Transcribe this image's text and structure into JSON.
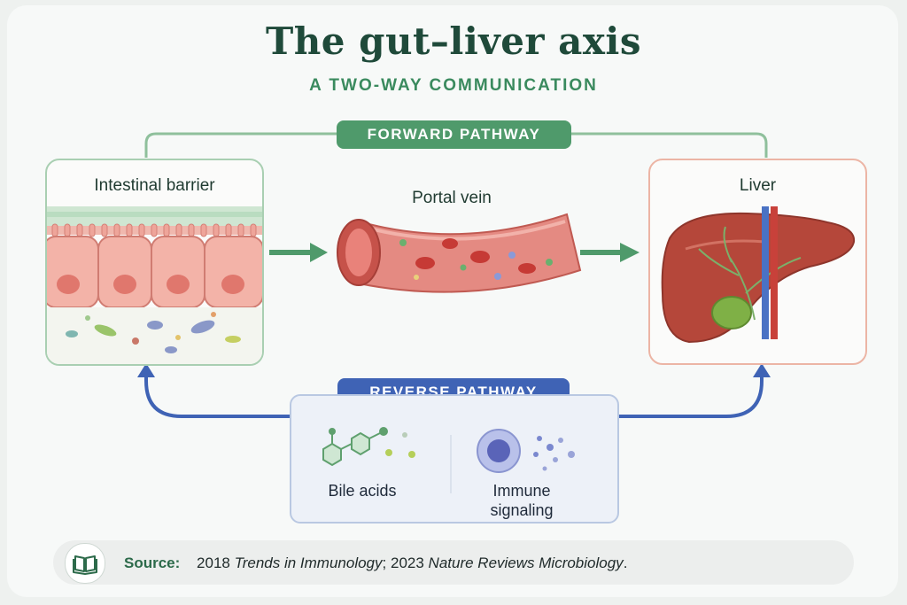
{
  "title": "The gut–liver axis",
  "subtitle": "A TWO-WAY COMMUNICATION",
  "forward": {
    "label": "FORWARD PATHWAY"
  },
  "reverse": {
    "label": "REVERSE PATHWAY",
    "items": [
      {
        "label": "Bile acids",
        "icon": "molecule-icon"
      },
      {
        "label": "Immune signaling",
        "icon": "immune-cell-icon"
      }
    ]
  },
  "nodes": {
    "gut": {
      "label": "Intestinal barrier",
      "icon": "intestinal-tissue-icon"
    },
    "portal": {
      "label": "Portal vein",
      "icon": "blood-vessel-icon"
    },
    "liver": {
      "label": "Liver",
      "icon": "liver-icon"
    }
  },
  "source": {
    "label": "Source:",
    "year1": "2018",
    "journal1": "Trends in Immunology",
    "sep": ";",
    "year2": "2023",
    "journal2": "Nature Reviews Microbiology",
    "end": "."
  },
  "colors": {
    "title": "#1f4a3a",
    "forward": "#4f9a6b",
    "reverse": "#3f63b5",
    "liver": "#b5473a",
    "vessel": "#d9706a"
  }
}
